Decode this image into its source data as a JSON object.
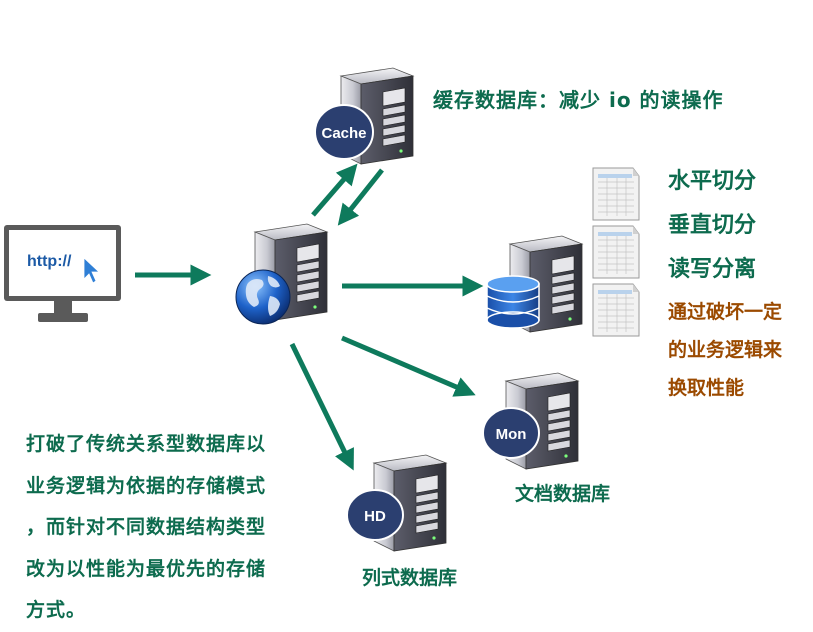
{
  "monitor": {
    "url_text": "http://"
  },
  "servers": {
    "cache": {
      "badge": "Cache",
      "caption": "缓存数据库：减少 io 的读操作"
    },
    "document": {
      "badge": "Mon",
      "caption": "文档数据库"
    },
    "column": {
      "badge": "HD",
      "caption": "列式数据库"
    }
  },
  "partitioning": {
    "items": [
      "水平切分",
      "垂直切分",
      "读写分离"
    ],
    "note_lines": [
      "通过破坏一定",
      "的业务逻辑来",
      "换取性能"
    ]
  },
  "summary_lines": [
    "打破了传统关系型数据库以",
    "业务逻辑为依据的存储模式",
    "，而针对不同数据结构类型",
    "改为以性能为最优先的存储",
    "方式。"
  ],
  "colors": {
    "arrow": "#0e7a5c",
    "text_green": "#0d6b4e",
    "text_brown": "#9b4a00",
    "badge": "#2b3f70"
  },
  "icons": [
    "monitor-icon",
    "cursor-icon",
    "globe-icon",
    "server-icon",
    "database-icon",
    "spreadsheet-icon"
  ]
}
